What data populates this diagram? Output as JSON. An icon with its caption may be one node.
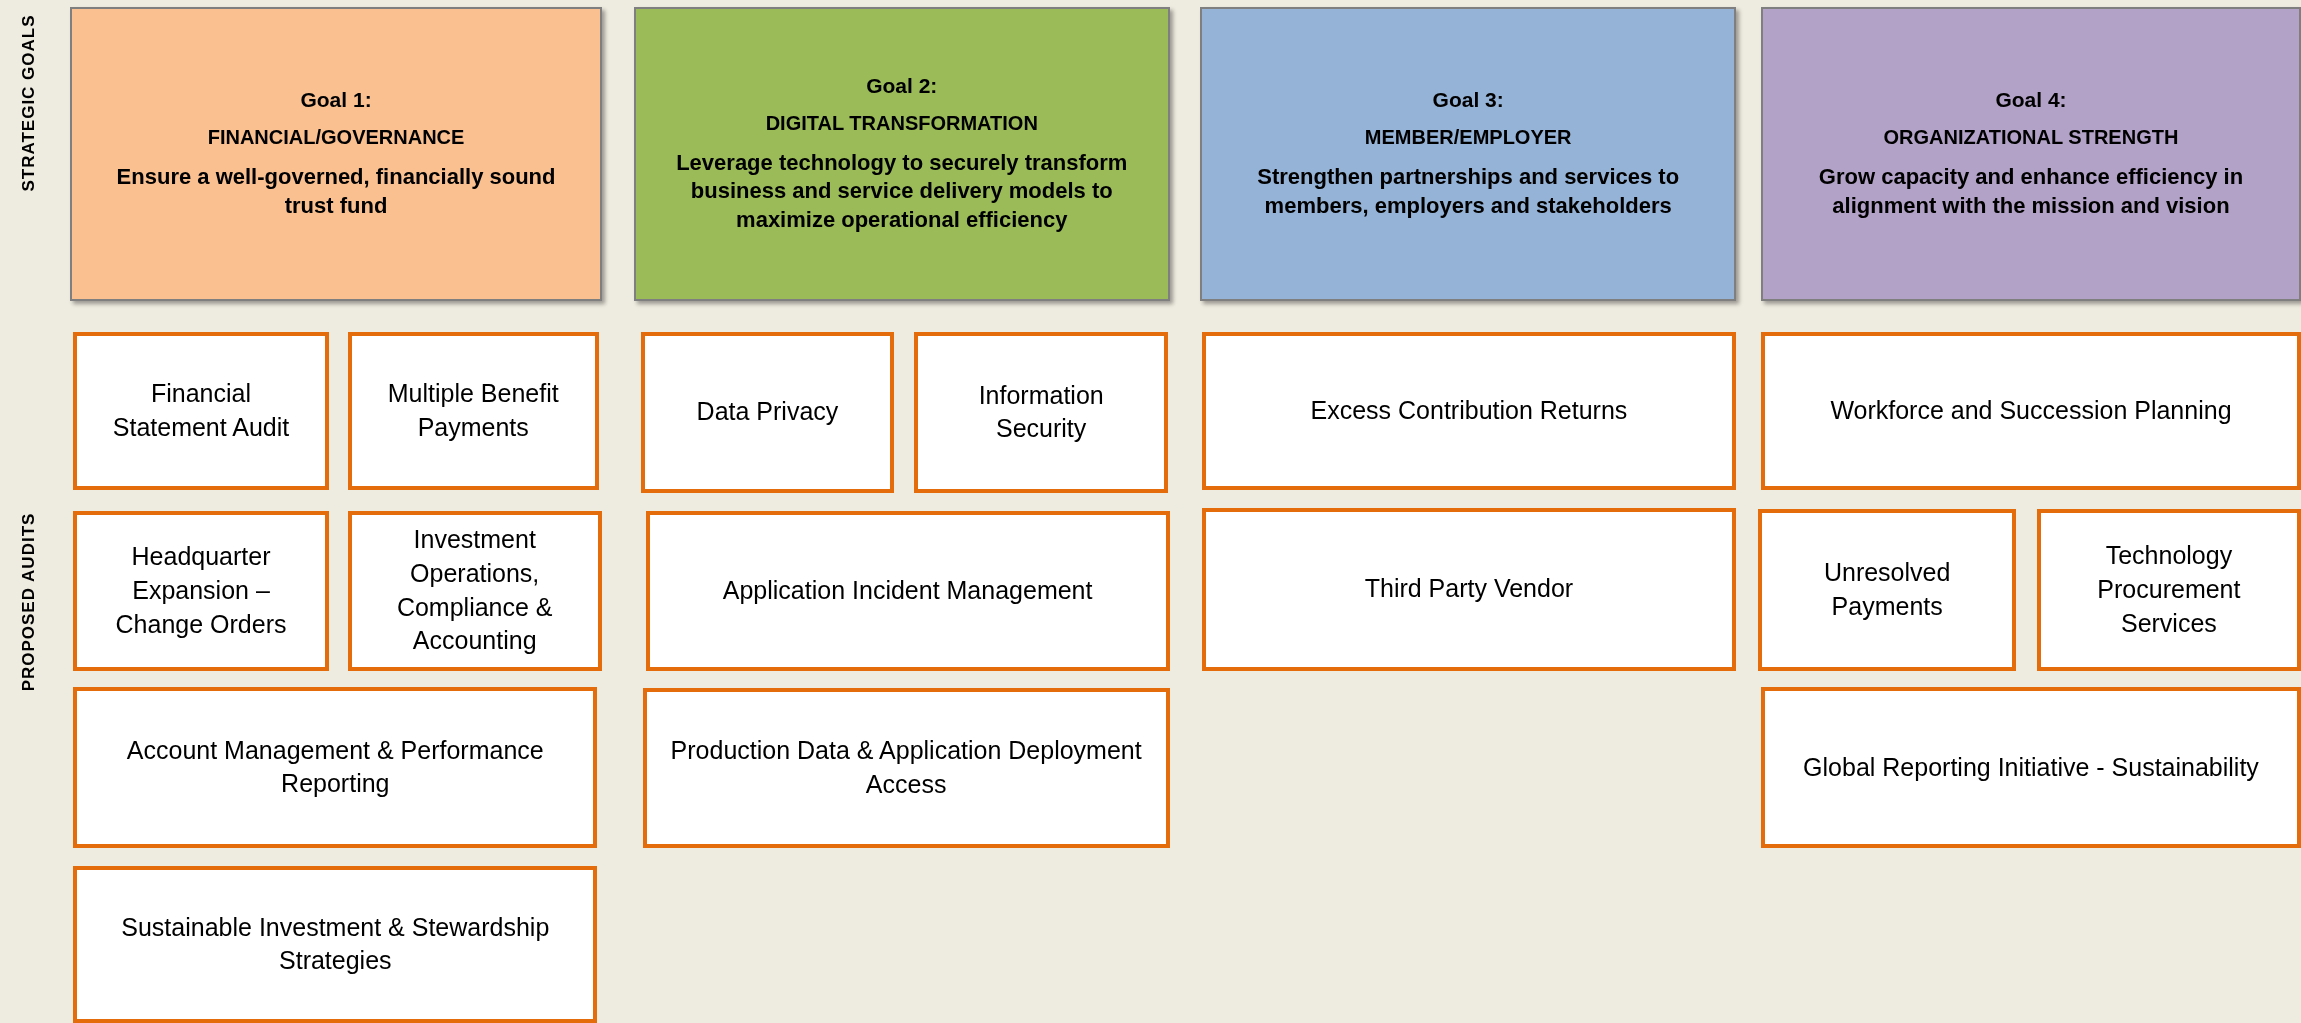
{
  "diagram": {
    "nodes": [
      {
        "text": [
          "Goal 1:",
          "FINANCIAL/GOVERNANCE",
          "Ensure a well-governed, financially sound trust fund"
        ]
      },
      {
        "text": [
          "Goal 2:",
          "DIGITAL TRANSFORMATION",
          "Leverage technology to securely transform business and service delivery models to maximize operational efficiency"
        ]
      },
      {
        "text": [
          "Goal 3:",
          "MEMBER/EMPLOYER",
          "Strengthen partnerships and services to members, employers and stakeholders"
        ]
      },
      {
        "text": [
          "Goal 4:",
          "ORGANIZATIONAL STRENGTH",
          "Grow capacity and enhance efficiency in alignment with the mission and vision"
        ]
      },
      {
        "text": [
          "Financial Statement Audit"
        ]
      },
      {
        "text": [
          "Multiple Benefit Payments"
        ]
      },
      {
        "text": [
          "Data Privacy"
        ]
      },
      {
        "text": [
          "Information Security"
        ]
      },
      {
        "text": [
          "Excess Contribution Returns"
        ]
      },
      {
        "text": [
          "Workforce and Succession Planning"
        ]
      },
      {
        "text": [
          "Headquarter Expansion – Change Orders"
        ]
      },
      {
        "text": [
          "Investment Operations, Compliance & Accounting"
        ]
      },
      {
        "text": [
          "Application Incident Management"
        ]
      },
      {
        "text": [
          "Third Party Vendor"
        ]
      },
      {
        "text": [
          "Unresolved Payments"
        ]
      },
      {
        "text": [
          "Technology Procurement Services"
        ]
      },
      {
        "text": [
          "Account Management & Performance Reporting"
        ]
      },
      {
        "text": [
          "Production Data & Application Deployment Access"
        ]
      },
      {
        "text": [
          "Global Reporting Initiative - Sustainability"
        ]
      },
      {
        "text": [
          "Sustainable Investment & Stewardship Strategies"
        ]
      }
    ],
    "labels": [
      "STRATEGIC GOALS",
      "PROPOSED AUDITS"
    ]
  }
}
